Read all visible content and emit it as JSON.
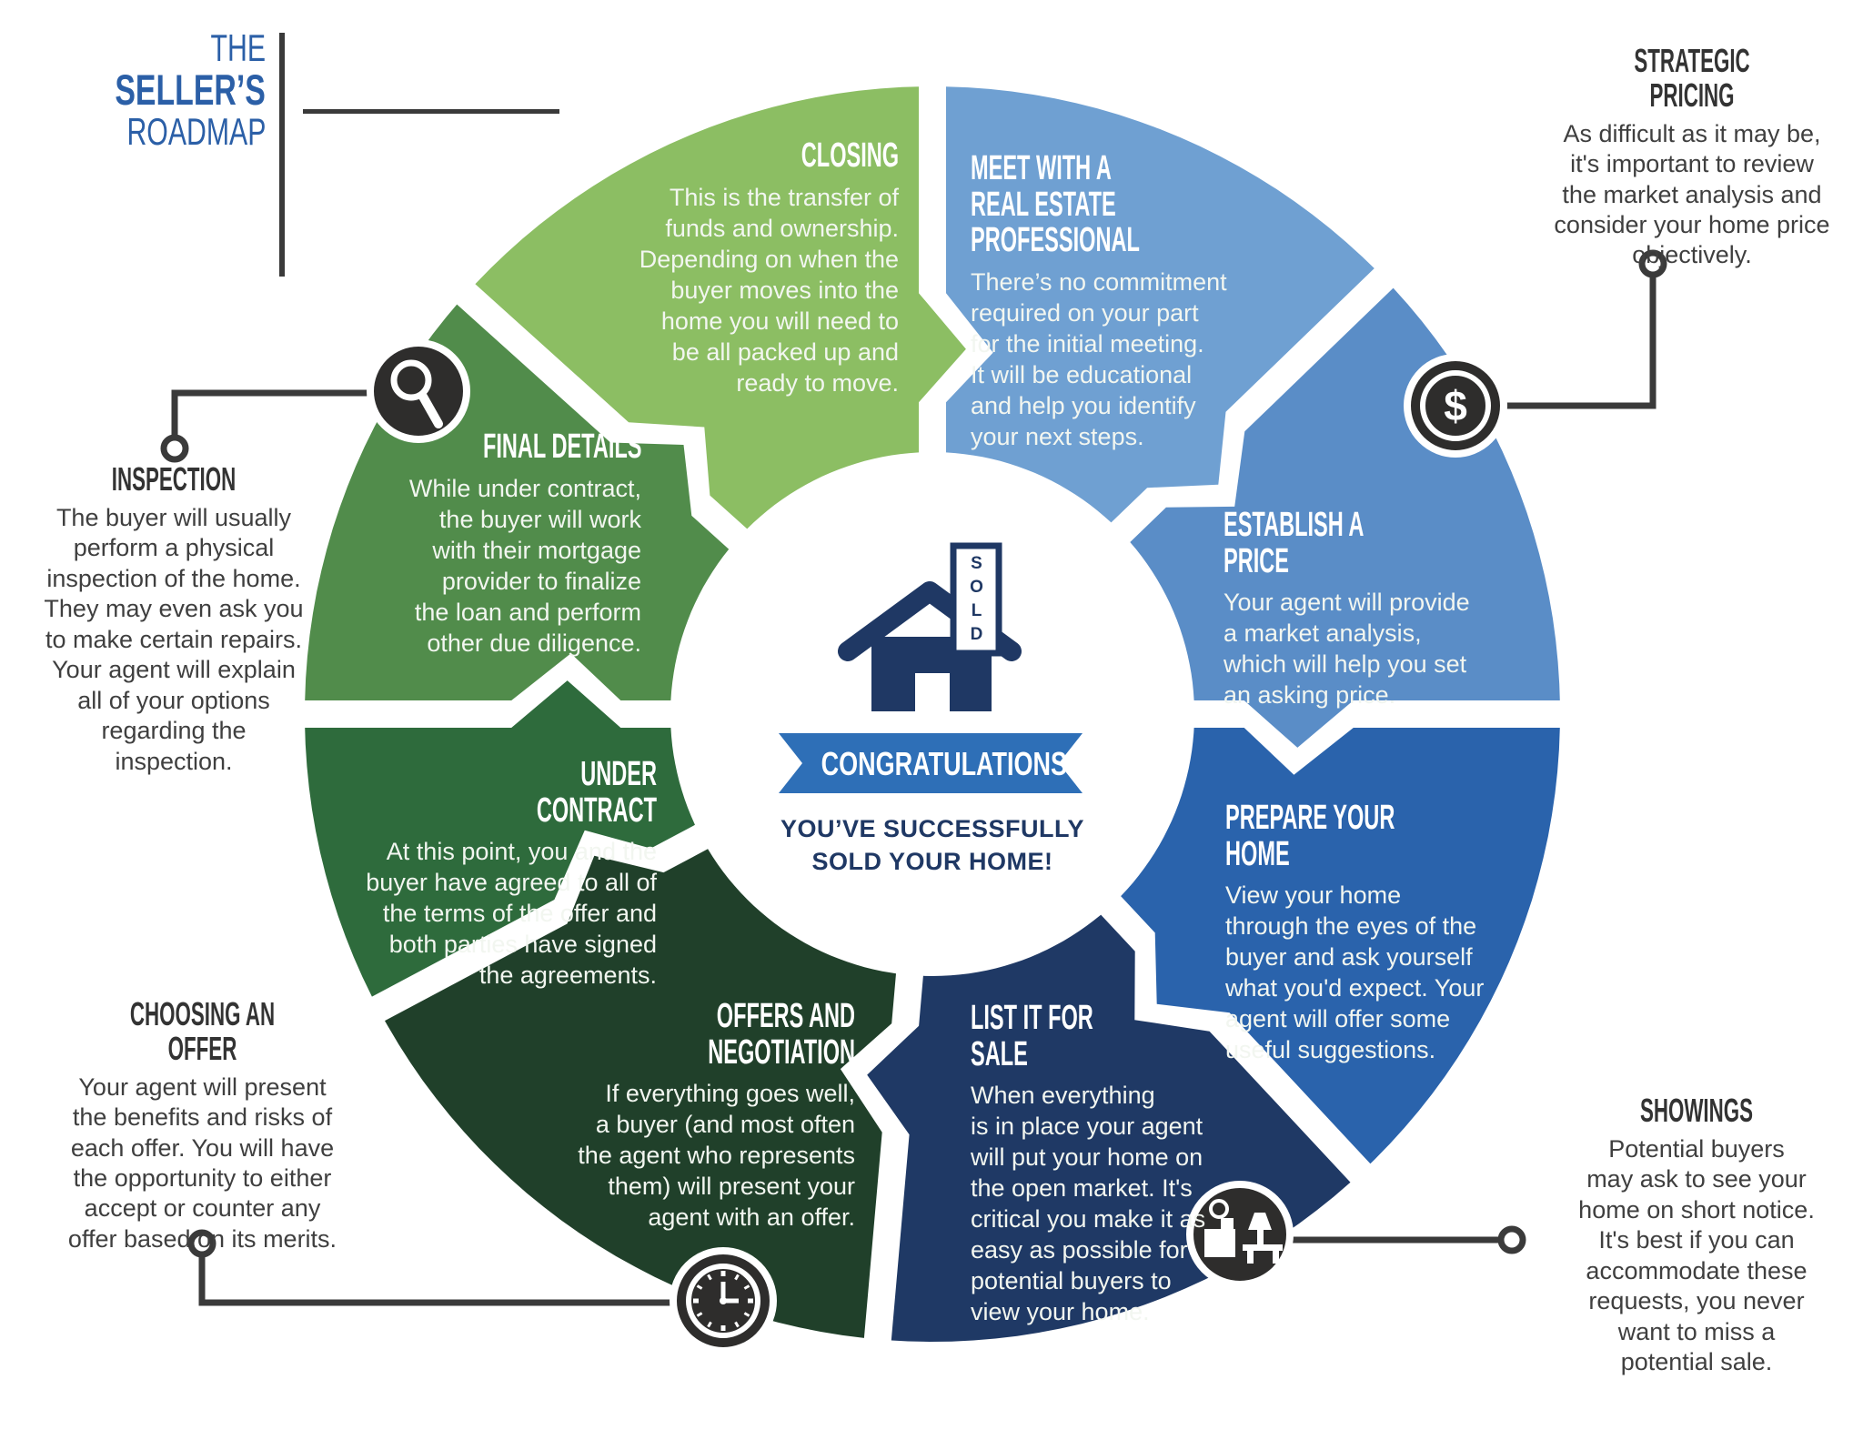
{
  "title": {
    "line1": "THE",
    "line2": "SELLER’S",
    "line3": "ROADMAP"
  },
  "center": {
    "house_sign": "SOLD",
    "banner": "CONGRATULATIONS!",
    "message": "YOU’VE SUCCESSFULLY\nSOLD YOUR HOME!"
  },
  "segments": [
    {
      "id": "meet",
      "label": "MEET WITH A\nREAL ESTATE\nPROFESSIONAL",
      "color": "#6FA0D2",
      "body": "There’s no commitment\nrequired on your part\nfor the initial meeting.\nIt will be educational\nand help you identify\nyour next steps."
    },
    {
      "id": "establish",
      "label": "ESTABLISH A PRICE",
      "color": "#5A8DC7",
      "body": "Your agent will provide\na market analysis,\nwhich will help you set\nan asking price."
    },
    {
      "id": "prepare",
      "label": "PREPARE YOUR HOME",
      "color": "#2A63AC",
      "body": "View your home\nthrough the eyes of the\nbuyer and ask yourself\nwhat you'd expect. Your\nagent will offer some\nuseful suggestions."
    },
    {
      "id": "list",
      "label": "LIST IT FOR SALE",
      "color": "#1F3965",
      "body": "When everything\nis in place your agent\nwill put your home on\nthe open market. It's\ncritical you make it as\neasy as possible for\npotential buyers to\nview your home."
    },
    {
      "id": "offers",
      "label": "OFFERS AND\nNEGOTIATION",
      "color": "#20402A",
      "body": "If everything goes well,\na buyer (and most often\nthe agent who represents\nthem) will present your\nagent with an offer."
    },
    {
      "id": "under-contract",
      "label": "UNDER CONTRACT",
      "color": "#2E6B3C",
      "body": "At this point, you and the\nbuyer have agreed to all of\nthe terms of the offer and\nboth parties have signed\nthe agreements."
    },
    {
      "id": "final-details",
      "label": "FINAL DETAILS",
      "color": "#518C4B",
      "body": "While under contract,\nthe buyer will work\nwith their mortgage\nprovider to finalize\nthe loan and perform\nother due diligence."
    },
    {
      "id": "closing",
      "label": "CLOSING",
      "color": "#8CBE63",
      "body": "This is the transfer of\nfunds and ownership.\nDepending on when the\nbuyer moves into the\nhome you will need to\nbe all packed up and\nready to move."
    }
  ],
  "callouts": [
    {
      "id": "strategic-pricing",
      "heading": "STRATEGIC PRICING",
      "icon": "dollar-icon",
      "body": "As difficult as it may be,\nit's important to review\nthe market analysis and\nconsider your home price\nobjectively."
    },
    {
      "id": "inspection",
      "heading": "INSPECTION",
      "icon": "magnifier-icon",
      "body": "The buyer will usually\nperform a physical\ninspection of the home.\nThey may even ask you\nto make certain repairs.\nYour agent will explain\nall of your options\nregarding the\ninspection."
    },
    {
      "id": "choosing-an-offer",
      "heading": "CHOOSING AN OFFER",
      "icon": "clock-icon",
      "body": "Your agent will present\nthe benefits and risks of\neach offer. You will have\nthe opportunity to either\naccept or counter any\noffer based on its merits."
    },
    {
      "id": "showings",
      "heading": "SHOWINGS",
      "icon": "furniture-icon",
      "body": "Potential buyers\nmay ask to see your\nhome on short notice.\nIt's best if you can\naccommodate these\nrequests, you never\nwant to miss a\npotential sale."
    }
  ],
  "icons": {
    "dollar_symbol": "$"
  },
  "colors": {
    "title_blue": "#2B5FA7",
    "line_dark": "#3A3A3A",
    "icon_bg": "#2E2D2C",
    "banner_blue": "#2E6FB7",
    "house_navy": "#1F3864",
    "callout_heading": "#333333",
    "callout_body": "#3F3F3F",
    "segment_text": "#F2F6F0"
  }
}
